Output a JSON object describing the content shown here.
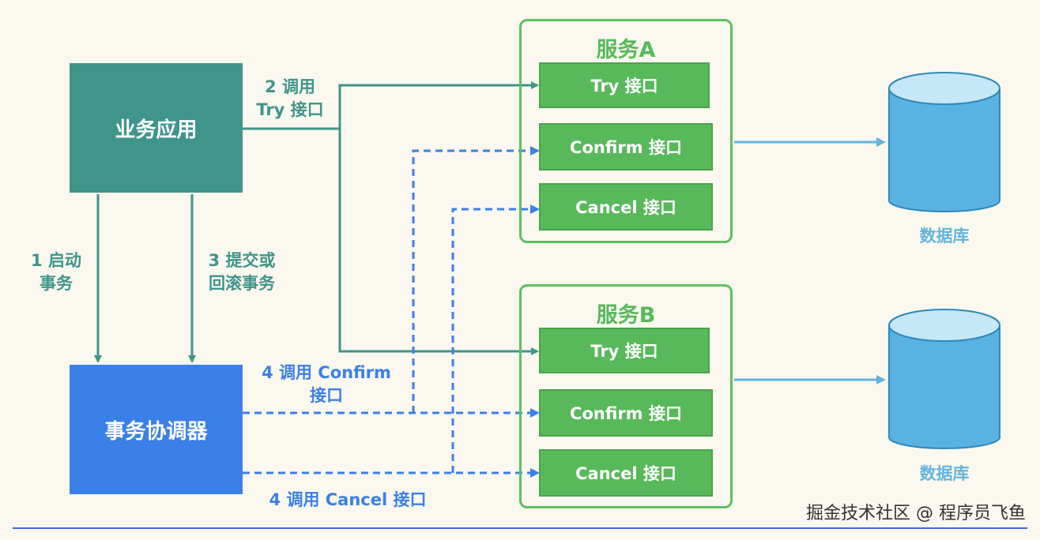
{
  "business_app": {
    "label": "业务应用"
  },
  "coordinator": {
    "label": "事务协调器"
  },
  "service_a": {
    "title": "服务A",
    "try_label": "Try 接口",
    "confirm_label": "Confirm 接口",
    "cancel_label": "Cancel 接口"
  },
  "service_b": {
    "title": "服务B",
    "try_label": "Try 接口",
    "confirm_label": "Confirm 接口",
    "cancel_label": "Cancel 接口"
  },
  "database": {
    "label_a": "数据库",
    "label_b": "数据库"
  },
  "steps": {
    "start_line1": "1 启动",
    "start_line2": "事务",
    "call_try_line1": "2 调用",
    "call_try_line2": "Try 接口",
    "commit_line1": "3 提交或",
    "commit_line2": "回滚事务",
    "confirm_line1": "4 调用 Confirm",
    "confirm_line2": "接口",
    "cancel_line1": "4 调用 Cancel 接口"
  },
  "watermark": "掘金技术社区 @ 程序员飞鱼",
  "colors": {
    "teal": "#3f958a",
    "green": "#58b95b",
    "blue": "#3b80e8",
    "db_blue": "#64b4de",
    "background": "#fbf8ef"
  }
}
